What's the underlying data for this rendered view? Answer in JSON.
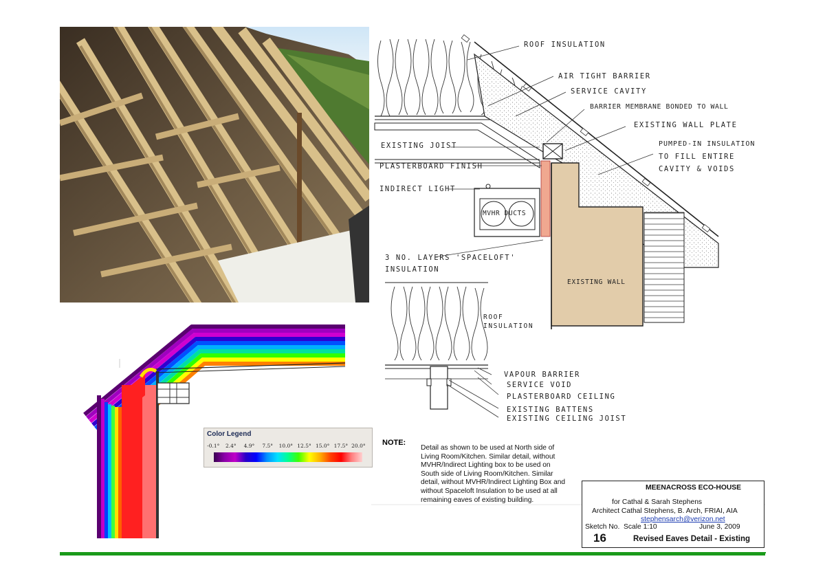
{
  "photo": {
    "subject": "roof-rafters-photo"
  },
  "thermal_legend": {
    "title": "Color Legend",
    "ticks": [
      "-0.1°",
      "2.4°",
      "4.9°",
      "7.5°",
      "10.0°",
      "12.5°",
      "15.0°",
      "17.5°",
      "20.0°"
    ]
  },
  "upper_detail_labels": {
    "roof_insulation": "ROOF INSULATION",
    "air_tight_barrier": "AIR TIGHT BARRIER",
    "service_cavity": "SERVICE CAVITY",
    "barrier_membrane": "BARRIER MEMBRANE BONDED TO WALL",
    "existing_wall_plate": "EXISTING WALL PLATE",
    "pumped_in_1": "PUMPED-IN INSULATION",
    "pumped_in_2": "TO FILL ENTIRE",
    "pumped_in_3": "CAVITY & VOIDS",
    "existing_joist": "EXISTING JOIST",
    "plasterboard_finish": "PLASTERBOARD FINISH",
    "indirect_light": "INDIRECT LIGHT",
    "mvhr_ducts": "MVHR DUCTS",
    "spaceloft_1": "3 NO. LAYERS 'SPACELOFT'",
    "spaceloft_2": "INSULATION",
    "existing_wall": "EXISTING WALL"
  },
  "lower_detail_labels": {
    "roof_insulation_1": "ROOF",
    "roof_insulation_2": "INSULATION",
    "vapour_barrier": "VAPOUR BARRIER",
    "service_void": "SERVICE VOID",
    "plasterboard_ceiling": "PLASTERBOARD CEILING",
    "existing_battens": "EXISTING BATTENS",
    "existing_ceiling_joist": "EXISTING CEILING JOIST"
  },
  "note": {
    "label": "NOTE:",
    "text": "Detail as shown to be used at North side of Living Room/Kitchen.  Similar detail, without MVHR/Indirect Lighting box to be used on South side of Living Room/Kitchen.  Similar detail, without MVHR/Indirect Lighting Box and without Spaceloft Insulation to be used at all remaining eaves of existing building."
  },
  "title_block": {
    "project": "MEENACROSS ECO-HOUSE",
    "client": "for Cathal & Sarah Stephens",
    "architect": "Architect Cathal Stephens, B. Arch, FRIAI, AIA",
    "email": "stephensarch@verizon.net",
    "sketch_no_label": "Sketch No.",
    "scale": "Scale 1:10",
    "date": "June 3, 2009",
    "sketch_no": "16",
    "sheet_title": "Revised Eaves Detail - Existing"
  },
  "colors": {
    "accent_green": "#1a9a1a",
    "wall_tan": "#e2ccaa"
  }
}
